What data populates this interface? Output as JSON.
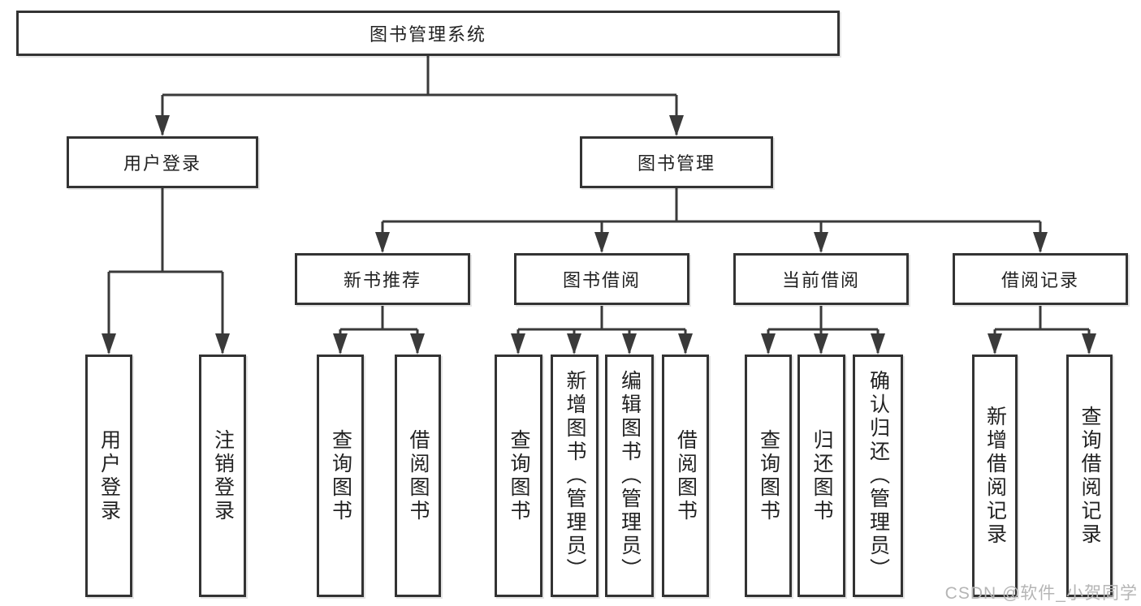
{
  "diagram": {
    "root_label": "图书管理系统",
    "user_login": {
      "label": "用户登录",
      "children": {
        "login": "用户登录",
        "logout": "注销登录"
      }
    },
    "book_management": {
      "label": "图书管理",
      "modules": {
        "new_book": {
          "label": "新书推荐",
          "children": {
            "query": "查询图书",
            "borrow": "借阅图书"
          }
        },
        "borrowing": {
          "label": "图书借阅",
          "children": {
            "query": "查询图书",
            "add": "新增图书（管理员）",
            "edit": "编辑图书（管理员）",
            "borrow": "借阅图书"
          }
        },
        "current": {
          "label": "当前借阅",
          "children": {
            "query": "查询图书",
            "return": "归还图书",
            "confirm": "确认归还（管理员）"
          }
        },
        "records": {
          "label": "借阅记录",
          "children": {
            "add": "新增借阅记录",
            "query": "查询借阅记录"
          }
        }
      }
    }
  },
  "watermark": "CSDN @软件_小贺同学",
  "colors": {
    "line": "#3a3a3a",
    "box_border": "#333333",
    "text": "#222222",
    "watermark": "#b5b5b5",
    "background": "#ffffff"
  }
}
